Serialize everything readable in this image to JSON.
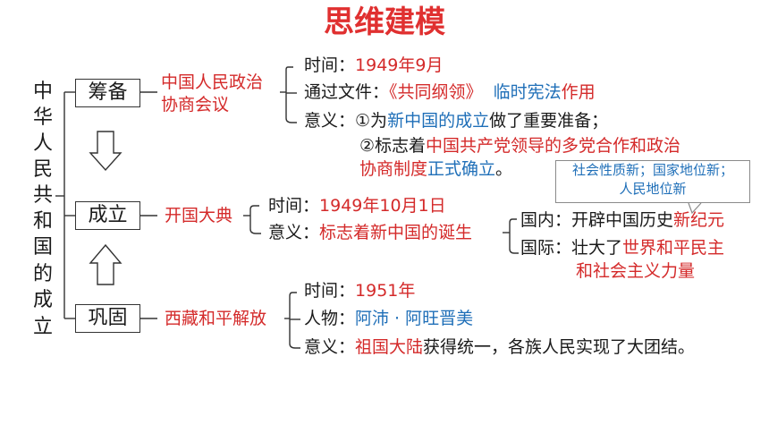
{
  "title": "思维建模",
  "root": [
    "中",
    "华",
    "人",
    "民",
    "共",
    "和",
    "国",
    "的",
    "成",
    "立"
  ],
  "stage1": {
    "box": "筹备",
    "event": [
      "中国人民政治",
      "协商会议"
    ],
    "time_label": "时间：",
    "time_value": "1949年9月",
    "docs_label": "通过文件：",
    "doc1": "《共同纲领》",
    "doc2": "临时宪法",
    "doc2_suffix": "作用",
    "meaning_label": "意义：",
    "m1_prefix": "①为",
    "m1_highlight": "新中国的成立",
    "m1_suffix": "做了重要准备；",
    "m2_prefix": "②标志着",
    "m2_highlight_a": "中国共产党领导的多党合作和政治",
    "m2_highlight_b": "协商制度",
    "m2_highlight_c": "正式确立",
    "m2_suffix": "。"
  },
  "stage2": {
    "box": "成立",
    "event": "开国大典",
    "time_label": "时间：",
    "time_value": "1949年10月1日",
    "meaning_label": "意义：",
    "meaning_value": "标志着新中国的诞生",
    "domestic_label": "国内：开辟中国历史",
    "domestic_value": "新纪元",
    "intl_label": "国际：壮大了",
    "intl_value_a": "世界和平民主",
    "intl_value_b": "和社会主义力量",
    "callout": [
      "社会性质新；国家地位新；",
      "人民地位新"
    ]
  },
  "stage3": {
    "box": "巩固",
    "event": "西藏和平解放",
    "time_label": "时间：",
    "time_value": "1951年",
    "people_label": "人物：",
    "people_value": "阿沛 · 阿旺晋美",
    "meaning_label": "意义：",
    "meaning_highlight": "祖国大陆",
    "meaning_suffix": "获得统一，各族人民实现了大团结。"
  },
  "colors": {
    "title": "#e03030",
    "red": "#d42a2a",
    "blue": "#1f6fb8"
  }
}
